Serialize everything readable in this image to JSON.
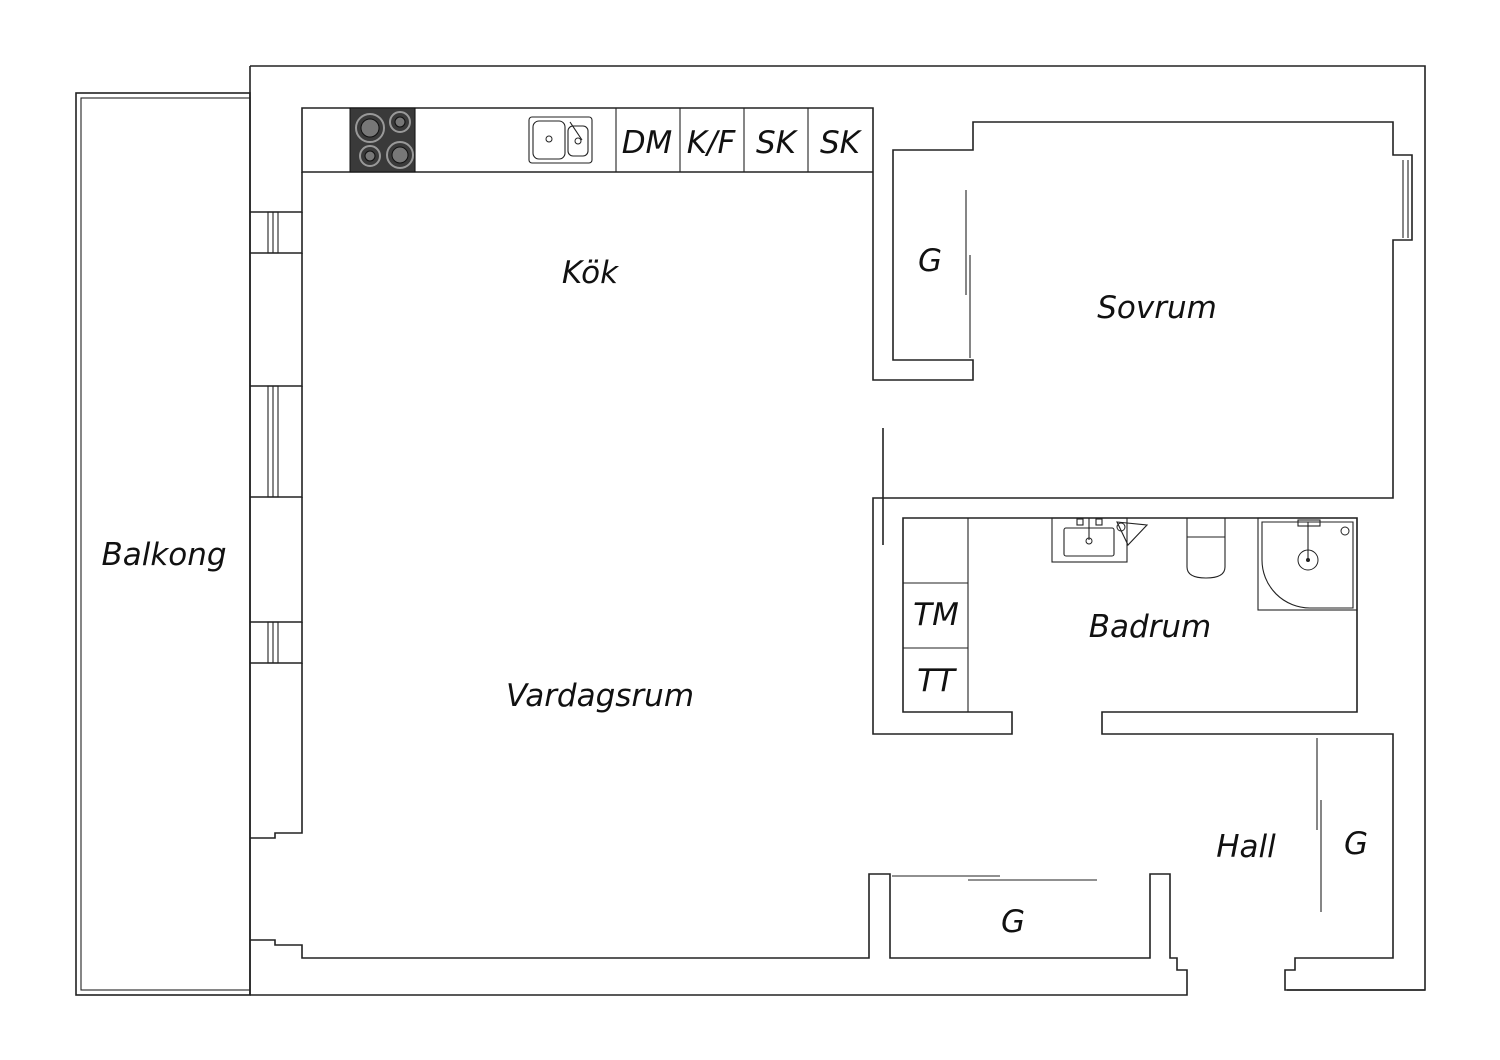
{
  "plan": {
    "rooms": {
      "balkong": "Balkong",
      "kok": "Kök",
      "sovrum": "Sovrum",
      "vardagsrum": "Vardagsrum",
      "badrum": "Badrum",
      "hall": "Hall"
    },
    "fixtures": {
      "dm": "DM",
      "kf": "K/F",
      "sk1": "SK",
      "sk2": "SK",
      "tm": "TM",
      "tt": "TT",
      "g_sovrum": "G",
      "g_hall": "G",
      "g_bottom": "G"
    }
  }
}
